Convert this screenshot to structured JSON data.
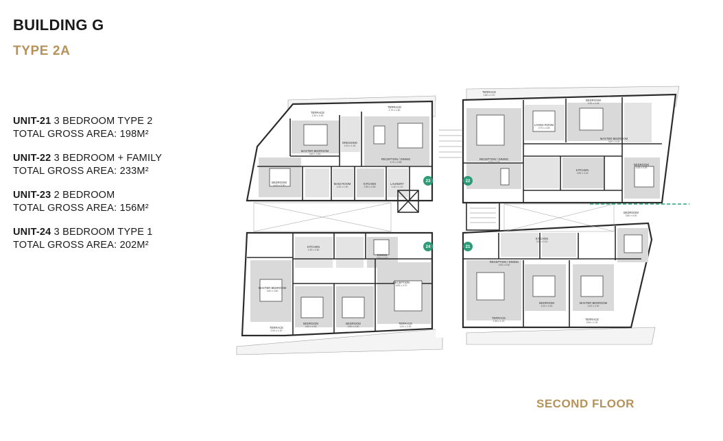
{
  "header": {
    "title": "BUILDING G",
    "subtitle": "TYPE 2A"
  },
  "units": [
    {
      "code": "UNIT-21",
      "desc": " 3 BEDROOM TYPE 2",
      "area": "TOTAL GROSS AREA: 198M²"
    },
    {
      "code": "UNIT-22",
      "desc": " 3 BEDROOM + FAMILY",
      "area": "TOTAL GROSS AREA: 233M²"
    },
    {
      "code": "UNIT-23",
      "desc": " 2 BEDROOM",
      "area": "TOTAL GROSS AREA: 156M²"
    },
    {
      "code": "UNIT-24",
      "desc": " 3 BEDROOM TYPE 1",
      "area": "TOTAL GROSS AREA: 202M²"
    }
  ],
  "floor_label": "SECOND FLOOR",
  "colors": {
    "accent": "#b5925a",
    "badge": "#2e9b78",
    "wall": "#2b2b2b",
    "room_fill": "#d9d9d9",
    "dashed_line": "#2e9b78"
  },
  "plan": {
    "badges": [
      "23",
      "22",
      "24",
      "21"
    ],
    "rooms": [
      {
        "label": "TERRACE",
        "dim": "1.30 x 3.30"
      },
      {
        "label": "BEDROOM",
        "dim": "4.00 x 3.00"
      },
      {
        "label": "DRESSING",
        "dim": "2.40 x 1.40"
      },
      {
        "label": "MASTER BEDROOM",
        "dim": "3.80 x 3.60"
      },
      {
        "label": "RECEPTION / DINING",
        "dim": "5.70 x 3.85"
      },
      {
        "label": "KITCHEN",
        "dim": "2.55 x 2.85"
      },
      {
        "label": "LAUNDRY",
        "dim": "1.40 x 1.10"
      },
      {
        "label": "MAID ROOM",
        "dim": "2.20 x 1.90"
      },
      {
        "label": "TERRACE",
        "dim": "1.70 x 1.80"
      },
      {
        "label": "LIVING ROOM",
        "dim": "3.70 x 4.45"
      },
      {
        "label": "RECEPTION / DINING",
        "dim": "5.35 x 3.75"
      },
      {
        "label": "KITCHEN",
        "dim": "2.85 x 3.16"
      },
      {
        "label": "BEDROOM",
        "dim": "3.45 x 4.00"
      },
      {
        "label": "BEDROOM",
        "dim": "3.25 x 4.05"
      },
      {
        "label": "MASTER BEDROOM",
        "dim": "3.80 x 4.00"
      },
      {
        "label": "TERRACE",
        "dim": "1.80 x 2.10"
      },
      {
        "label": "KITCHEN",
        "dim": "1.95 x 2.60"
      },
      {
        "label": "DINING",
        "dim": "2.60 x 4.40"
      },
      {
        "label": "RECEPTION",
        "dim": "5.85 x 3.70"
      },
      {
        "label": "MASTER BEDROOM",
        "dim": "3.60 x 3.60"
      },
      {
        "label": "BEDROOM",
        "dim": "3.60 x 4.00"
      },
      {
        "label": "BEDROOM",
        "dim": "3.60 x 4.00"
      },
      {
        "label": "TERRACE",
        "dim": "2.00 x 1.20"
      },
      {
        "label": "TERRACE",
        "dim": "3.00 x 2.05"
      },
      {
        "label": "RECEPTION / DINING",
        "dim": "3.60 x 5.50"
      },
      {
        "label": "KITCHEN",
        "dim": "2.80 x 3.10"
      },
      {
        "label": "BEDROOM",
        "dim": "4.00 x 4.00"
      },
      {
        "label": "MASTER BEDROOM",
        "dim": "4.00 x 4.00"
      },
      {
        "label": "TERRACE",
        "dim": "2.35 x 1.20"
      },
      {
        "label": "TERRACE",
        "dim": "3.60 x 1.00"
      },
      {
        "label": "BEDROOM",
        "dim": "3.80 x 4.00"
      }
    ]
  }
}
